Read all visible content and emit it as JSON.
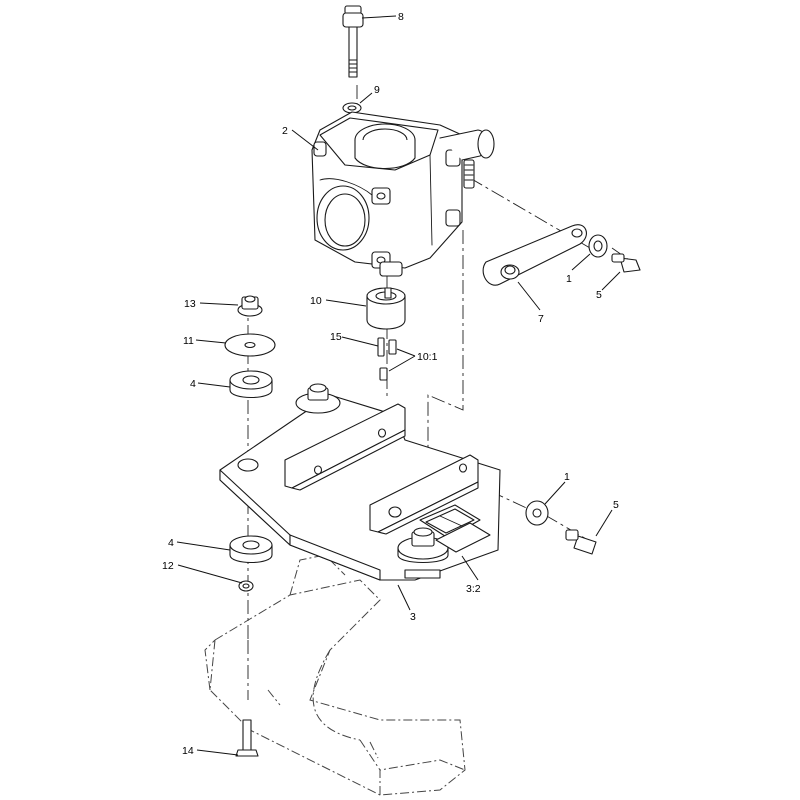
{
  "callouts": [
    {
      "id": "c8",
      "text": "8"
    },
    {
      "id": "c9",
      "text": "9"
    },
    {
      "id": "c2",
      "text": "2"
    },
    {
      "id": "c1a",
      "text": "1"
    },
    {
      "id": "c5a",
      "text": "5"
    },
    {
      "id": "c7",
      "text": "7"
    },
    {
      "id": "c13",
      "text": "13"
    },
    {
      "id": "c10",
      "text": "10"
    },
    {
      "id": "c11",
      "text": "11"
    },
    {
      "id": "c15",
      "text": "15"
    },
    {
      "id": "c101",
      "text": "10:1"
    },
    {
      "id": "c4a",
      "text": "4"
    },
    {
      "id": "c1b",
      "text": "1"
    },
    {
      "id": "c5b",
      "text": "5"
    },
    {
      "id": "c4b",
      "text": "4"
    },
    {
      "id": "c12",
      "text": "12"
    },
    {
      "id": "c32",
      "text": "3:2"
    },
    {
      "id": "c3",
      "text": "3"
    },
    {
      "id": "c14",
      "text": "14"
    }
  ]
}
